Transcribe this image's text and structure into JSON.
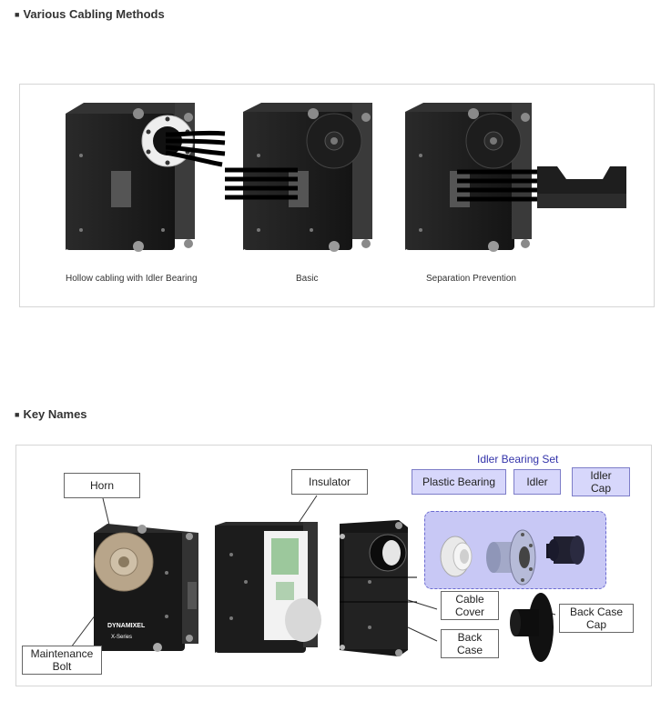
{
  "section1": {
    "bullet": "■",
    "title": "Various Cabling Methods"
  },
  "cabling": {
    "captions": [
      "Hollow cabling with Idler Bearing",
      "Basic",
      "Separation Prevention"
    ]
  },
  "section2": {
    "bullet": "■",
    "title": "Key Names"
  },
  "key_names": {
    "horn": "Horn",
    "insulator": "Insulator",
    "set_title": "Idler Bearing Set",
    "plastic_bearing": "Plastic Bearing",
    "idler": "Idler",
    "idler_cap_l1": "Idler",
    "idler_cap_l2": "Cap",
    "cable_cover_l1": "Cable",
    "cable_cover_l2": "Cover",
    "back_case_l1": "Back",
    "back_case_l2": "Case",
    "back_case_cap_l1": "Back Case",
    "back_case_cap_l2": "Cap",
    "maintenance_bolt_l1": "Maintenance",
    "maintenance_bolt_l2": "Bolt",
    "brand_text": "DYNAMIXEL",
    "series_text": "X-Series"
  }
}
